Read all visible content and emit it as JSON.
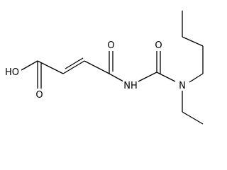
{
  "molecule": {
    "atoms": {
      "hydroxyl": "HO",
      "acid_carbonyl_oxygen": "O",
      "imide_carbonyl_oxygen": "O",
      "imide_nitrogen": "NH",
      "urea_carbonyl_oxygen": "O",
      "amine_nitrogen": "N"
    }
  }
}
